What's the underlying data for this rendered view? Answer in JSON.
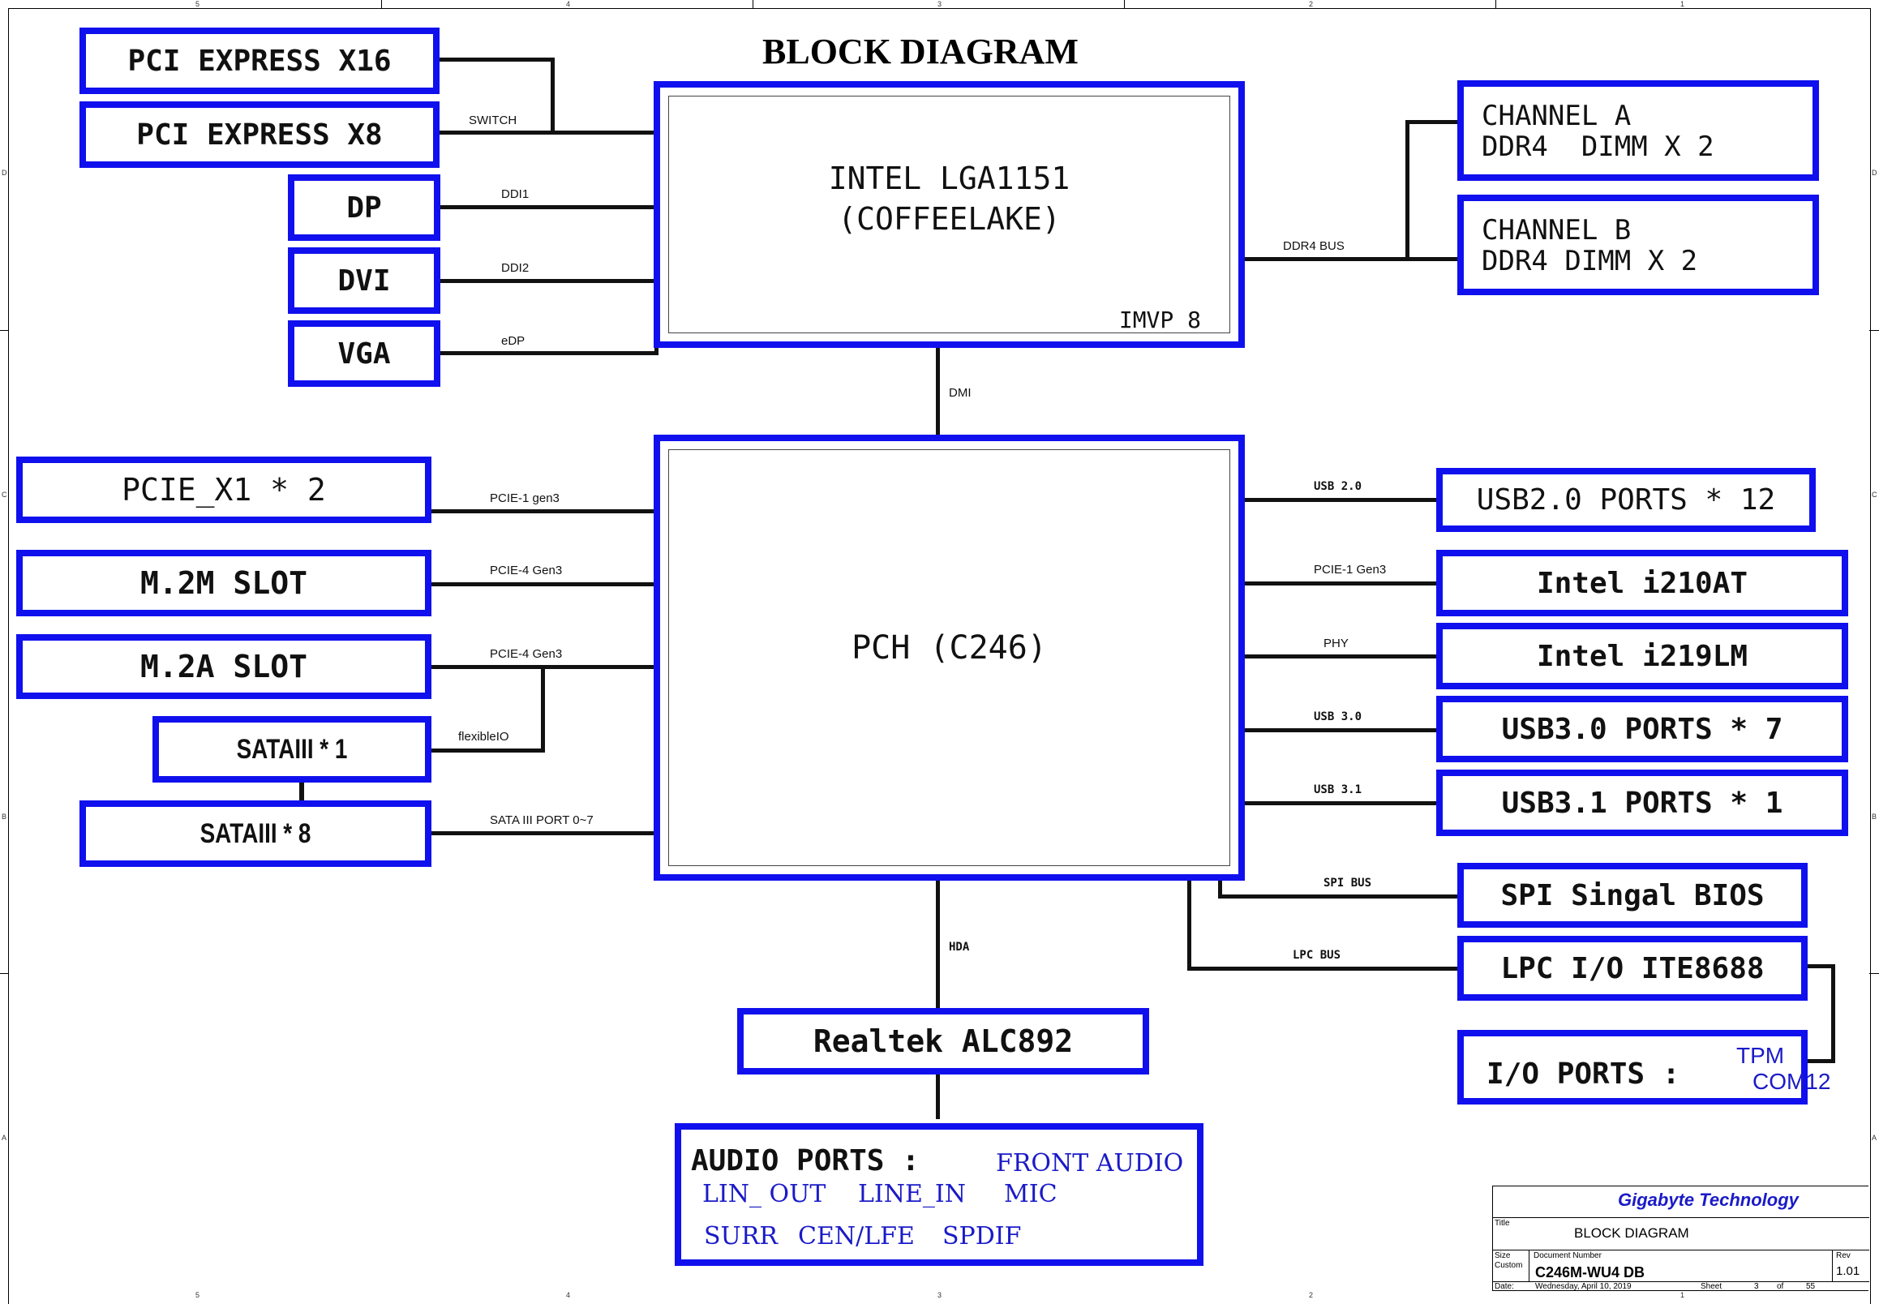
{
  "title": "BLOCK DIAGRAM",
  "cpu": {
    "line1": "INTEL LGA1151",
    "line2": "(COFFEELAKE)",
    "vr": "IMVP 8"
  },
  "pch": {
    "label": "PCH (C246)"
  },
  "left_top": {
    "pcie_x16": "PCI EXPRESS X16",
    "pcie_x8": "PCI EXPRESS X8",
    "dp": "DP",
    "dvi": "DVI",
    "vga": "VGA"
  },
  "left_bus": {
    "switch": "SWITCH",
    "ddi1": "DDI1",
    "ddi2": "DDI2",
    "edp": "eDP"
  },
  "memory": {
    "chan_a_1": "CHANNEL A",
    "chan_a_2": "DDR4  DIMM X 2",
    "chan_b_1": "CHANNEL B",
    "chan_b_2": "DDR4 DIMM X 2",
    "bus": "DDR4 BUS"
  },
  "dmi": "DMI",
  "hda": "HDA",
  "left_pch": {
    "pcie_x1": "PCIE_X1 * 2",
    "m2m": "M.2M SLOT",
    "m2a": "M.2A SLOT",
    "sata1": "SATAIII * 1",
    "sata8": "SATAIII * 8"
  },
  "left_pch_bus": {
    "pcie1": "PCIE-1 gen3",
    "pcie4a": "PCIE-4 Gen3",
    "pcie4b": "PCIE-4 Gen3",
    "flex": "flexibleIO",
    "sata": "SATA III PORT 0~7"
  },
  "right_pch": {
    "usb2": "USB2.0 PORTS * 12",
    "i210": "Intel i210AT",
    "i219": "Intel i219LM",
    "usb3": "USB3.0 PORTS * 7",
    "usb31": "USB3.1 PORTS * 1",
    "spi": "SPI Singal BIOS",
    "lpc": "LPC I/O ITE8688",
    "io": "I/O PORTS :",
    "io_tpm": "TPM",
    "io_com": "COM12"
  },
  "right_pch_bus": {
    "usb2": "USB 2.0",
    "pcie1": "PCIE-1 Gen3",
    "phy": "PHY",
    "usb3": "USB 3.0",
    "usb31": "USB 3.1",
    "spi": "SPI BUS",
    "lpc": "LPC BUS"
  },
  "audio": {
    "codec": "Realtek ALC892",
    "ports_title": "AUDIO PORTS :",
    "front": "FRONT AUDIO",
    "lin_out": "LIN_ OUT",
    "line_in": "LINE_IN",
    "mic": "MIC",
    "surr": "SURR",
    "cen": "CEN/LFE",
    "spdif": "SPDIF"
  },
  "title_block": {
    "company": "Gigabyte Technology",
    "title_label": "Title",
    "title_value": "BLOCK DIAGRAM",
    "size_label": "Size",
    "size_value": "Custom",
    "docnum_label": "Document Number",
    "docnum_value": "C246M-WU4 DB",
    "rev_label": "Rev",
    "rev_value": "1.01",
    "date_label": "Date:",
    "date_value": "Wednesday, April 10, 2019",
    "sheet_label": "Sheet",
    "sheet_value": "3",
    "of_label": "of",
    "of_value": "55"
  },
  "ruler": {
    "cols": [
      "5",
      "4",
      "3",
      "2",
      "1"
    ],
    "rows": [
      "D",
      "C",
      "B",
      "A"
    ]
  }
}
